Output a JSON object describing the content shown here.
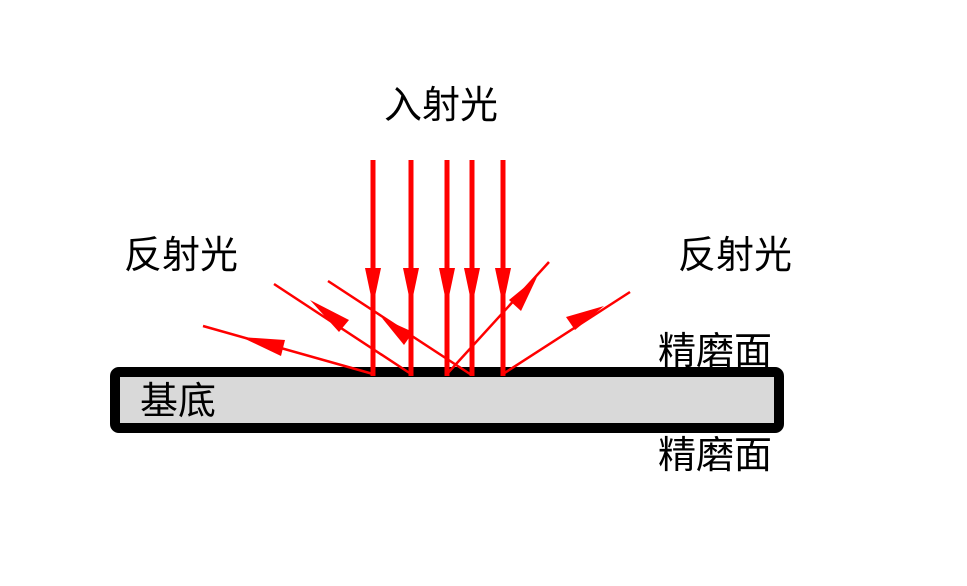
{
  "labels": {
    "incident": "入射光",
    "reflected_left": "反射光",
    "reflected_right": "反射光",
    "ground_surface_top": "精磨面",
    "ground_surface_bottom": "精磨面",
    "substrate": "基底"
  },
  "colors": {
    "ray": "#ff0000",
    "substrate_fill": "#d9d9d9",
    "substrate_border": "#000000"
  }
}
